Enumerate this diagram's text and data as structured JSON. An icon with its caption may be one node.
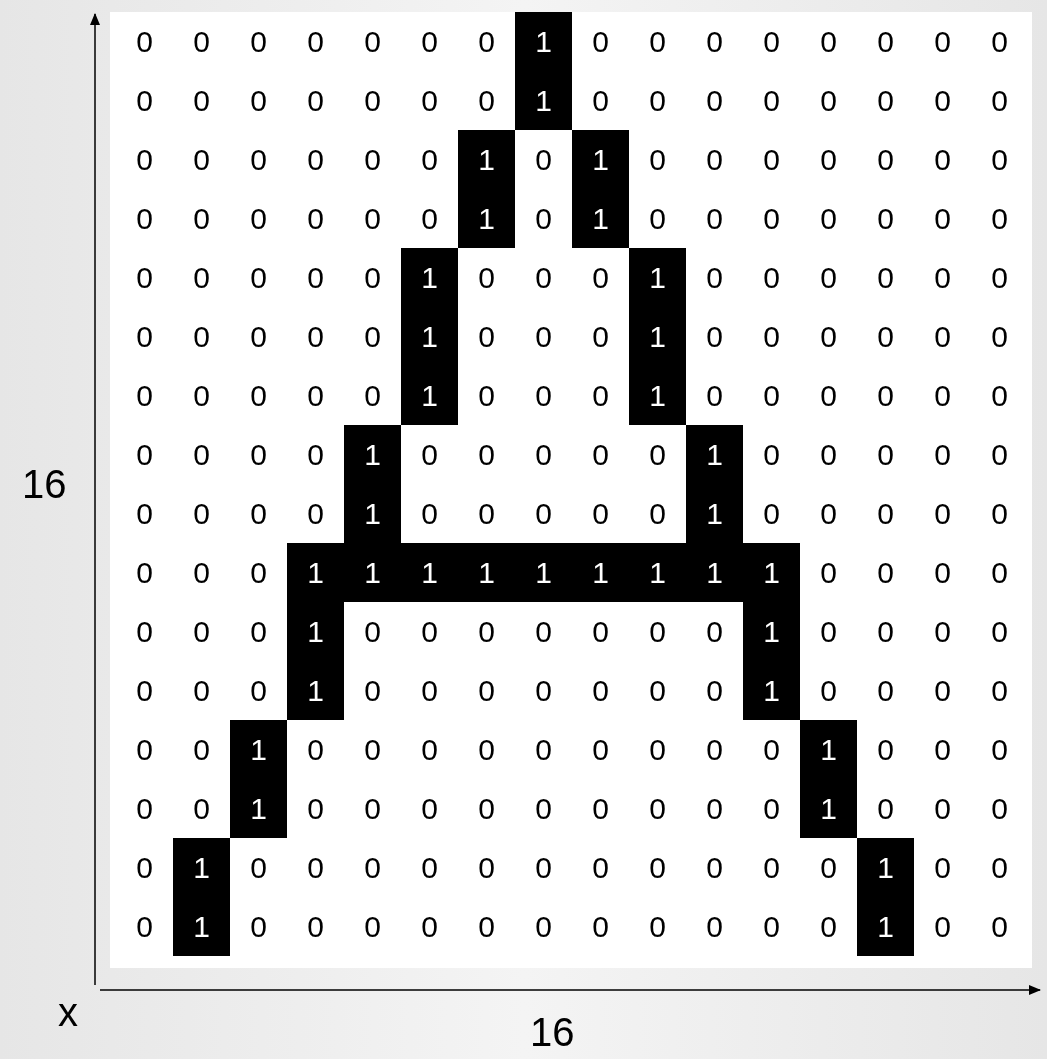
{
  "diagram": {
    "labels": [
      "0",
      "0",
      "0",
      "0",
      "0",
      "0",
      "0",
      "1",
      "0",
      "0",
      "0",
      "0",
      "0",
      "0",
      "0",
      "0",
      "0",
      "0",
      "0",
      "0",
      "0",
      "0",
      "0",
      "1",
      "0",
      "0",
      "0",
      "0",
      "0",
      "0",
      "0",
      "0",
      "0",
      "0",
      "0",
      "0",
      "0",
      "0",
      "1",
      "0",
      "1",
      "0",
      "0",
      "0",
      "0",
      "0",
      "0",
      "0",
      "0",
      "0",
      "0",
      "0",
      "0",
      "0",
      "1",
      "0",
      "1",
      "0",
      "0",
      "0",
      "0",
      "0",
      "0",
      "0",
      "0",
      "0",
      "0",
      "0",
      "0",
      "1",
      "0",
      "0",
      "0",
      "1",
      "0",
      "0",
      "0",
      "0",
      "0",
      "0",
      "0",
      "0",
      "0",
      "0",
      "0",
      "1",
      "0",
      "0",
      "0",
      "1",
      "0",
      "0",
      "0",
      "0",
      "0",
      "0",
      "0",
      "0",
      "0",
      "0",
      "0",
      "1",
      "0",
      "0",
      "0",
      "1",
      "0",
      "0",
      "0",
      "0",
      "0",
      "0",
      "0",
      "0",
      "0",
      "0",
      "1",
      "0",
      "0",
      "0",
      "0",
      "0",
      "1",
      "0",
      "0",
      "0",
      "0",
      "0",
      "0",
      "0",
      "0",
      "0",
      "1",
      "0",
      "0",
      "0",
      "0",
      "0",
      "1",
      "0",
      "0",
      "0",
      "0",
      "0",
      "0",
      "0",
      "0",
      "1",
      "1",
      "1",
      "1",
      "1",
      "1",
      "1",
      "1",
      "1",
      "0",
      "0",
      "0",
      "0",
      "0",
      "0",
      "0",
      "1",
      "0",
      "0",
      "0",
      "0",
      "0",
      "0",
      "0",
      "1",
      "0",
      "0",
      "0",
      "0",
      "0",
      "0",
      "0",
      "1",
      "0",
      "0",
      "0",
      "0",
      "0",
      "0",
      "0",
      "1",
      "0",
      "0",
      "0",
      "0",
      "0",
      "0",
      "1",
      "0",
      "0",
      "0",
      "0",
      "0",
      "0",
      "0",
      "0",
      "0",
      "1",
      "0",
      "0",
      "0",
      "0",
      "0",
      "1",
      "0",
      "0",
      "0",
      "0",
      "0",
      "0",
      "0",
      "0",
      "0",
      "1",
      "0",
      "0",
      "0",
      "0",
      "1",
      "0",
      "0",
      "0",
      "0",
      "0",
      "0",
      "0",
      "0",
      "0",
      "0",
      "0",
      "1",
      "0",
      "0",
      "0",
      "1",
      "0",
      "0",
      "0",
      "0",
      "0",
      "0",
      "0",
      "0",
      "0",
      "0",
      "0",
      "1",
      "0",
      "0",
      "16",
      "x",
      "16"
    ]
  }
}
